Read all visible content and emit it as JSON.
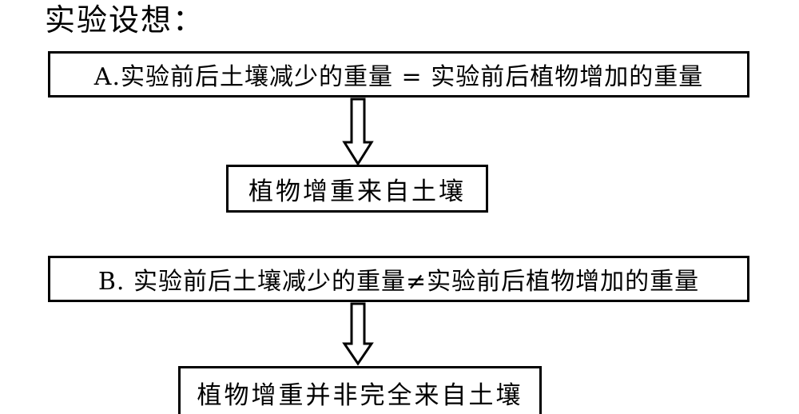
{
  "title": "实验设想：",
  "hypotheses": [
    {
      "statement": "A.实验前后土壤减少的重量 = 实验前后植物增加的重量",
      "conclusion": "植物增重来自土壤"
    },
    {
      "statement": "B. 实验前后土壤减少的重量≠实验前后植物增加的重量",
      "conclusion": "植物增重并非完全来自土壤"
    }
  ],
  "icons": {
    "arrow": "hollow-down-arrow-icon"
  },
  "colors": {
    "stroke": "#000000",
    "background": "#ffffff"
  }
}
